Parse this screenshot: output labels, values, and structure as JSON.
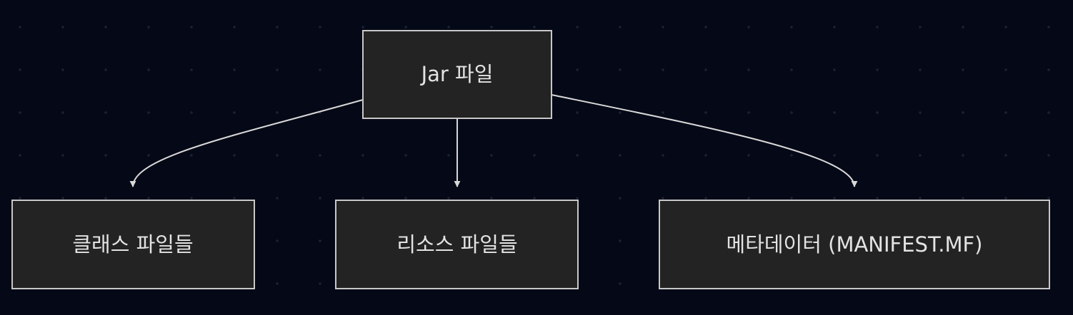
{
  "diagram": {
    "root": {
      "label": "Jar 파일"
    },
    "children": [
      {
        "label": "클래스 파일들"
      },
      {
        "label": "리소스 파일들"
      },
      {
        "label": "메타데이터 (MANIFEST.MF)"
      }
    ],
    "colors": {
      "background": "#050816",
      "node_fill": "#222322",
      "node_border": "#c8c8c8",
      "text": "#e3e3e3",
      "edge": "#d8d8d8"
    }
  }
}
